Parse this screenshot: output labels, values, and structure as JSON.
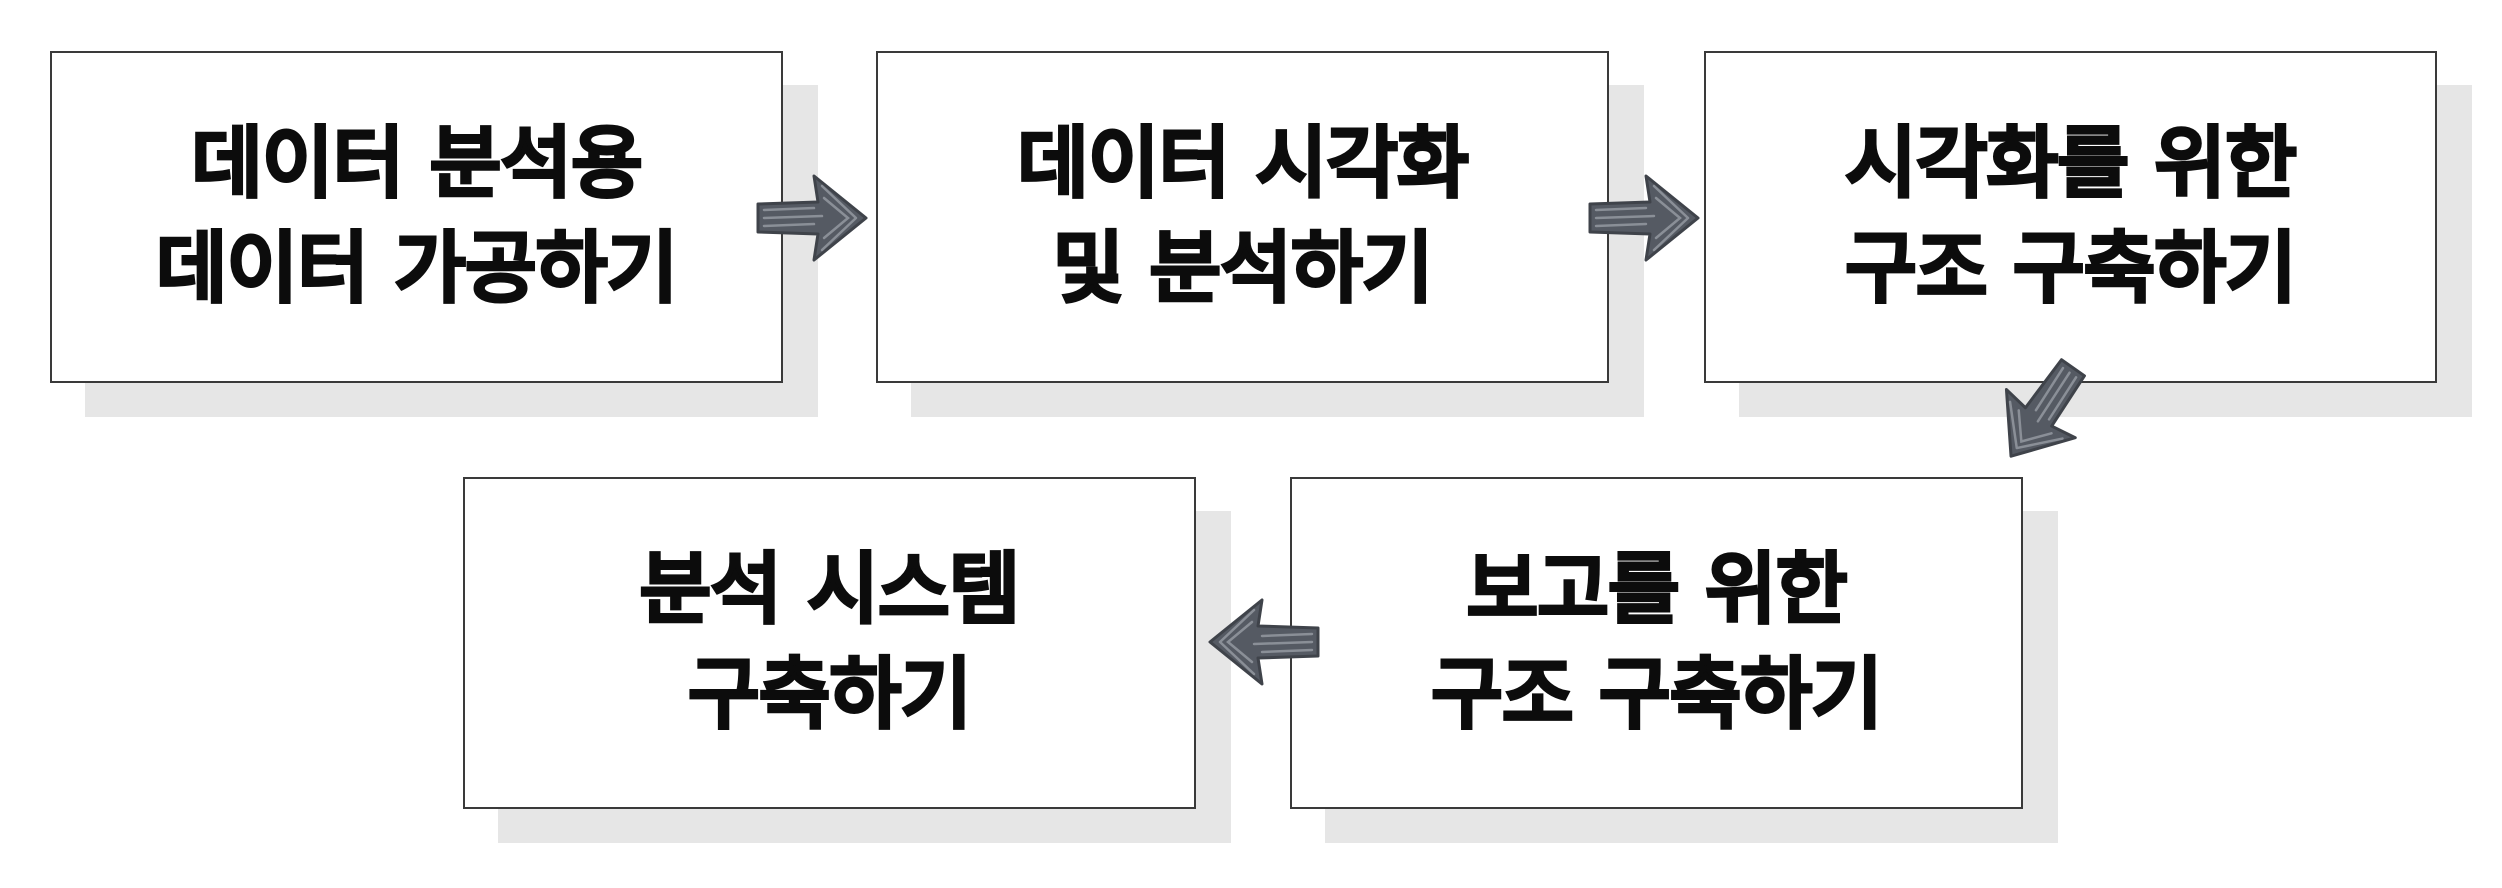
{
  "diagram": {
    "steps": [
      {
        "line1": "데이터 분석용",
        "line2": "데이터 가공하기"
      },
      {
        "line1": "데이터 시각화",
        "line2": "및 분석하기"
      },
      {
        "line1": "시각화를 위한",
        "line2": "구조 구축하기"
      },
      {
        "line1": "보고를 위한",
        "line2": "구조 구축하기"
      },
      {
        "line1": "분석 시스템",
        "line2": "구축하기"
      }
    ],
    "colors": {
      "arrow": "#555a63",
      "shadow": "#e6e6e6",
      "border": "#3a3a3a",
      "text": "#0c0c0c"
    }
  }
}
